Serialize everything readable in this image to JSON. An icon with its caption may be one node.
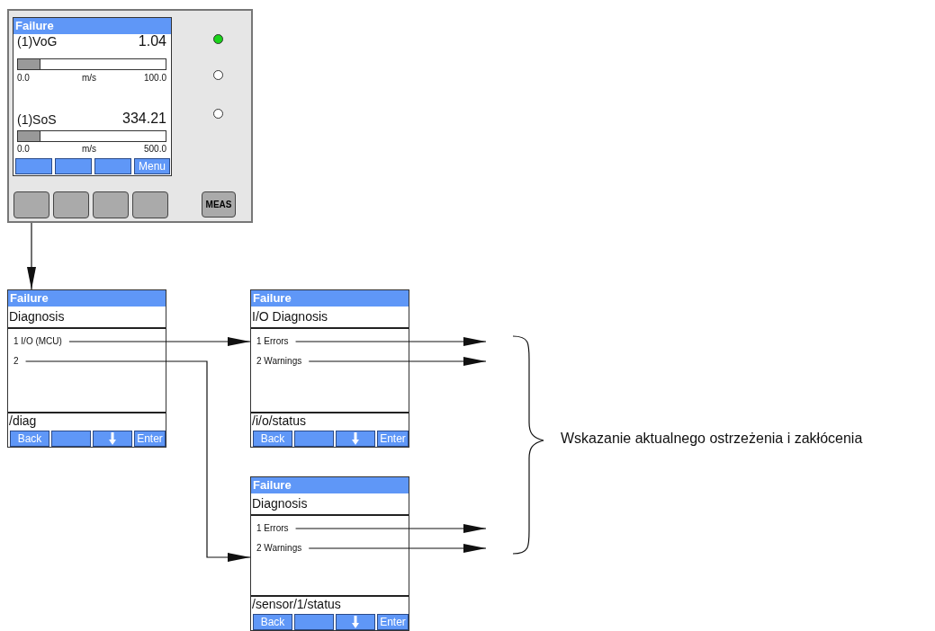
{
  "diagram": {
    "nodes": [
      {
        "text": [
          "Failure",
          "(1)VoG",
          "1.04",
          "0.0",
          "m/s",
          "100.0",
          "(1)SoS",
          "334.21",
          "0.0",
          "m/s",
          "500.0",
          "Menu",
          "MEAS"
        ]
      },
      {
        "text": [
          "Failure",
          "Diagnosis",
          "/diag",
          "Back",
          "Enter"
        ]
      },
      {
        "text": [
          "1 I/O (MCU)"
        ],
        "in": 1
      },
      {
        "text": [
          "2"
        ],
        "in": 1
      },
      {
        "text": [
          "Failure",
          "I/O Diagnosis",
          "/i/o/status",
          "Back",
          "Enter"
        ]
      },
      {
        "text": [
          "1 Errors"
        ],
        "in": 4
      },
      {
        "text": [
          "2 Warnings"
        ],
        "in": 4
      },
      {
        "text": [
          "Failure",
          "Diagnosis",
          "/sensor/1/status",
          "Back",
          "Enter"
        ]
      },
      {
        "text": [
          "1 Errors"
        ],
        "in": 7
      },
      {
        "text": [
          "2 Warnings"
        ],
        "in": 7
      }
    ],
    "edges": [
      {
        "from": 0,
        "to": 1,
        "arrow": "to"
      },
      {
        "from": 2,
        "to": 4,
        "arrow": "to"
      },
      {
        "from": 3,
        "to": 7,
        "arrow": "to"
      },
      {
        "from": 5,
        "to": null,
        "arrow": "to"
      },
      {
        "from": 6,
        "to": null,
        "arrow": "to"
      },
      {
        "from": 8,
        "to": null,
        "arrow": "to"
      },
      {
        "from": 9,
        "to": null,
        "arrow": "to"
      }
    ],
    "labels": [
      "Wskazanie aktualnego ostrzeżenia i zakłócenia"
    ]
  }
}
